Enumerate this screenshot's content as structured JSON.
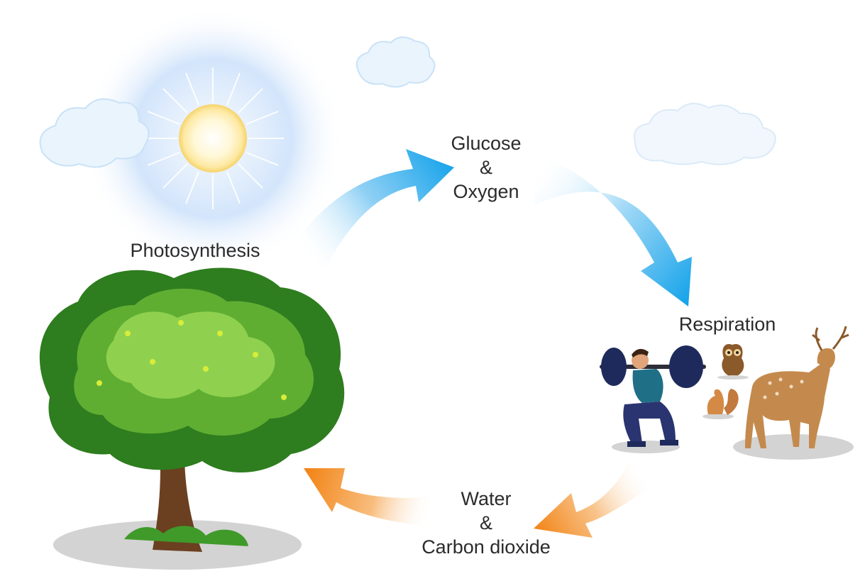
{
  "labels": {
    "photosynthesis": "Photosynthesis",
    "respiration": "Respiration",
    "glucose_oxygen": [
      "Glucose",
      "&",
      "Oxygen"
    ],
    "water_co2": [
      "Water",
      "&",
      "Carbon dioxide"
    ]
  },
  "colors": {
    "arrow_blue": "#1fa8ec",
    "arrow_orange": "#f28a1e",
    "sun_core": "#fff6c9",
    "sun_glow": "#cfe3fb",
    "tree_leaf_dark": "#2e7d1f",
    "tree_leaf_light": "#8fd14f",
    "trunk": "#6b4020",
    "shadow": "#d3d3d3"
  },
  "icons": [
    "sun-icon",
    "cloud-icon",
    "tree-icon",
    "weightlifter-icon",
    "owl-icon",
    "squirrel-icon",
    "deer-icon"
  ]
}
